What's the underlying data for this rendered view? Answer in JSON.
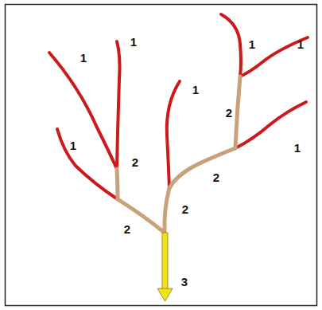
{
  "diagram": {
    "labels": [
      "1",
      "1",
      "1",
      "1",
      "1",
      "2",
      "1",
      "1",
      "2",
      "2",
      "2",
      "2",
      "3"
    ]
  }
}
